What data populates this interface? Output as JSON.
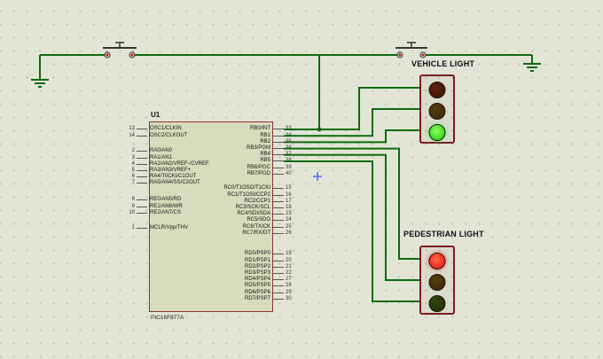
{
  "colors": {
    "background": "#e2e5d6",
    "wire_green": "#0e6b0e",
    "component_border_maroon": "#8a3434",
    "lit_green": "#17c517",
    "lit_red": "#e30b0b",
    "button_terminal_red": "#cc1111",
    "cursor_blue": "#4a6aff"
  },
  "chip": {
    "ref": "U1",
    "part": "PIC16F877A",
    "left_g1": [
      {
        "num": "13",
        "name": "OSC1/CLKIN"
      },
      {
        "num": "14",
        "name": "OSC2/CLKOUT"
      }
    ],
    "left_g2": [
      {
        "num": "2",
        "name": "RA0/AN0"
      },
      {
        "num": "3",
        "name": "RA1/AN1"
      },
      {
        "num": "4",
        "name": "RA2/AN2/VREF-/CVREF"
      },
      {
        "num": "5",
        "name": "RA3/AN3/VREF+"
      },
      {
        "num": "6",
        "name": "RA4/T0CKI/C1OUT"
      },
      {
        "num": "7",
        "name": "RA5/AN4/SS/C2OUT"
      }
    ],
    "left_g3": [
      {
        "num": "8",
        "name": "RE0/AN5/RD"
      },
      {
        "num": "9",
        "name": "RE1/AN6/WR"
      },
      {
        "num": "10",
        "name": "RE2/AN7/CS"
      }
    ],
    "left_g4": [
      {
        "num": "1",
        "name": "MCLR/Vpp/THV"
      }
    ],
    "right_g1": [
      {
        "num": "33",
        "name": "RB0/INT"
      },
      {
        "num": "34",
        "name": "RB1"
      },
      {
        "num": "35",
        "name": "RB2"
      },
      {
        "num": "36",
        "name": "RB3/PGM"
      },
      {
        "num": "37",
        "name": "RB4"
      },
      {
        "num": "38",
        "name": "RB5"
      },
      {
        "num": "39",
        "name": "RB6/PGC"
      },
      {
        "num": "40",
        "name": "RB7/PGD"
      }
    ],
    "right_g2": [
      {
        "num": "15",
        "name": "RC0/T1OSO/T1CKI"
      },
      {
        "num": "16",
        "name": "RC1/T1OSI/CCP2"
      },
      {
        "num": "17",
        "name": "RC2/CCP1"
      },
      {
        "num": "18",
        "name": "RC3/SCK/SCL"
      },
      {
        "num": "23",
        "name": "RC4/SDI/SDA"
      },
      {
        "num": "24",
        "name": "RC5/SDO"
      },
      {
        "num": "25",
        "name": "RC6/TX/CK"
      },
      {
        "num": "26",
        "name": "RC7/RX/DT"
      }
    ],
    "right_g3": [
      {
        "num": "19",
        "name": "RD0/PSP0"
      },
      {
        "num": "20",
        "name": "RD1/PSP1"
      },
      {
        "num": "21",
        "name": "RD2/PSP2"
      },
      {
        "num": "22",
        "name": "RD3/PSP3"
      },
      {
        "num": "27",
        "name": "RD4/PSP4"
      },
      {
        "num": "28",
        "name": "RD5/PSP5"
      },
      {
        "num": "29",
        "name": "RD6/PSP6"
      },
      {
        "num": "30",
        "name": "RD7/PSP7"
      }
    ]
  },
  "vehicle_light": {
    "label": "VEHICLE LIGHT",
    "lamps": [
      {
        "color": "red",
        "state": "off"
      },
      {
        "color": "amber",
        "state": "off"
      },
      {
        "color": "green",
        "state": "on"
      }
    ]
  },
  "pedestrian_light": {
    "label": "PEDESTRIAN LIGHT",
    "lamps": [
      {
        "color": "red",
        "state": "on"
      },
      {
        "color": "amber",
        "state": "off"
      },
      {
        "color": "green",
        "state": "off"
      }
    ]
  }
}
